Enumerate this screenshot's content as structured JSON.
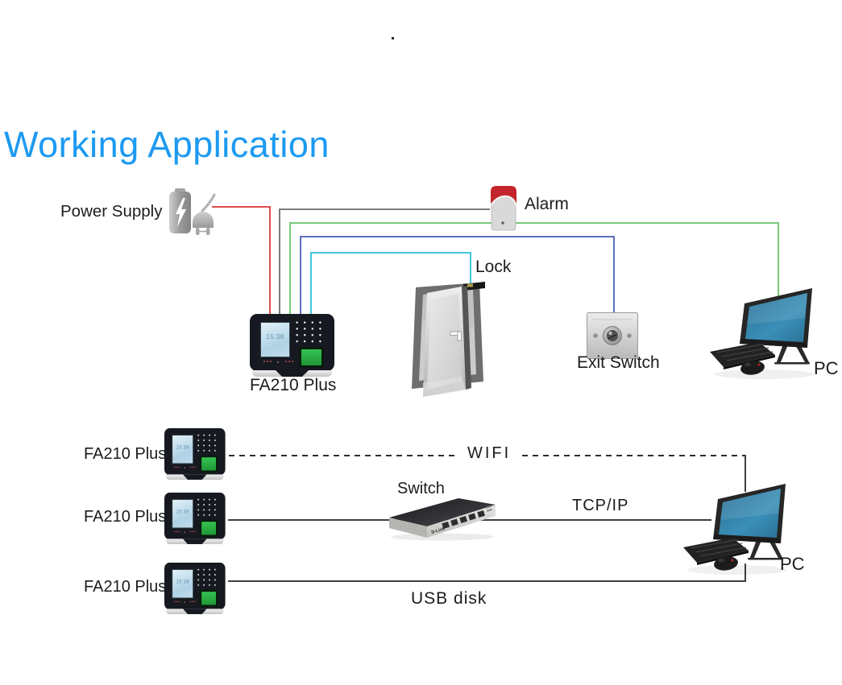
{
  "title": {
    "text": "Working Application",
    "color": "#1d9af1"
  },
  "artifact_dot": ".",
  "top_diagram": {
    "power_supply_label": "Power Supply",
    "alarm_label": "Alarm",
    "lock_label": "Lock",
    "exit_switch_label": "Exit Switch",
    "pc_label": "PC",
    "device_label": "FA210 Plus",
    "device_screen_time": "15:38",
    "wire_colors": {
      "power": "#e04f4f",
      "alarm": "#7d7d7d",
      "pc": "#79c779",
      "exit_switch": "#5a6fbe",
      "lock": "#3fc9e0"
    }
  },
  "bottom_diagram": {
    "device_screen_time": "15:38",
    "rows": [
      {
        "label": "FA210 Plus",
        "connection": "WIFI"
      },
      {
        "label": "FA210 Plus",
        "connection": "TCP/IP"
      },
      {
        "label": "FA210 Plus",
        "connection": "USB disk"
      }
    ],
    "switch_label": "Switch",
    "switch_brand": "D-Link",
    "pc_label": "PC",
    "line_color": "#3f3f3f"
  }
}
